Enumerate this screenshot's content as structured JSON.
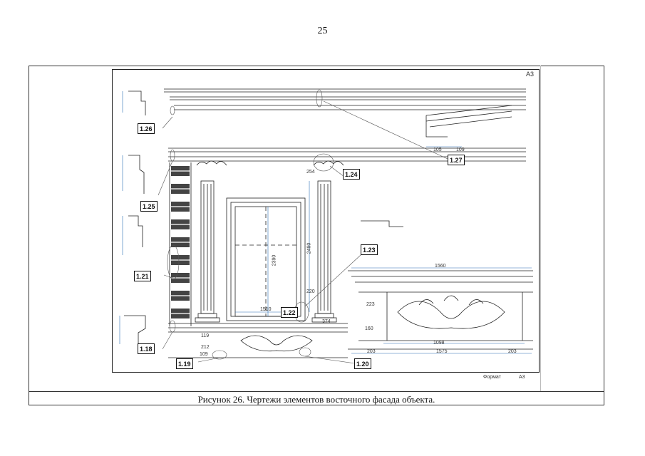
{
  "page": {
    "number": "25",
    "caption": "Рисунок 26. Чертежи элементов восточного фасада объекта."
  },
  "sheet": {
    "corner_mark": "A3",
    "footer_left": "Формат",
    "footer_right": "А3"
  },
  "callouts": [
    "1.26",
    "1.25",
    "1.21",
    "1.18",
    "1.19",
    "1.24",
    "1.23",
    "1.22",
    "1.20",
    "1.27"
  ],
  "dimensions": {
    "window_height": "2390",
    "window_width": "1510",
    "column_height": "2490",
    "panel_top_width": "1560",
    "panel_mid_width": "1098",
    "panel_bottom_width": "1575",
    "panel_left": "203",
    "panel_right": "203",
    "panel_detail_a": "223",
    "panel_detail_b": "160",
    "col_base": "374",
    "col_base2": "220",
    "col_cap": "254",
    "sill_a": "119",
    "sill_b": "212",
    "sill_c": "109",
    "cornice_a": "105",
    "cornice_b": "109"
  }
}
